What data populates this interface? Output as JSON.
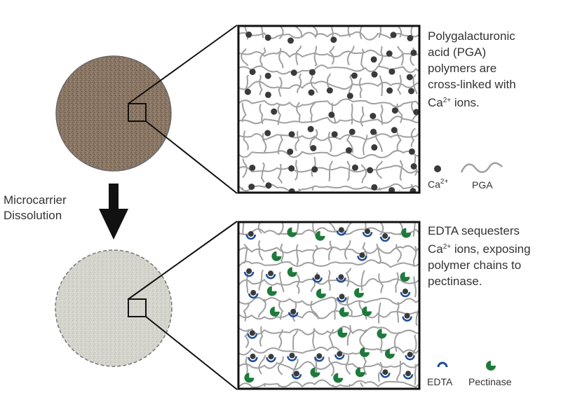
{
  "top_panel": {
    "description_lines": [
      "Polygalacturonic",
      "acid (PGA)",
      "polymers are",
      "cross-linked with"
    ],
    "description_last_prefix": "Ca",
    "description_last_sup": "2+",
    "description_last_suffix": " ions.",
    "legend_ca_prefix": "Ca",
    "legend_ca_sup": "2+",
    "legend_pga": "PGA"
  },
  "arrow": {
    "label_lines": [
      "Microcarrier",
      "Dissolution"
    ]
  },
  "bottom_panel": {
    "description_line1": "EDTA sequesters",
    "description_line2_prefix": "Ca",
    "description_line2_sup": "2+",
    "description_line2_suffix": " ions, exposing",
    "description_line3": "polymer chains to",
    "description_line4": "pectinase.",
    "legend_edta": "EDTA",
    "legend_pectinase": "Pectinase"
  },
  "colors": {
    "intact_bead": "#8b7765",
    "dissolved_bead": "#d6d6d0",
    "polymer": "#a0a0a0",
    "calcium": "#3a3a3a",
    "edta": "#1f4e99",
    "pectinase": "#1e7a3c",
    "outline": "#111111"
  }
}
